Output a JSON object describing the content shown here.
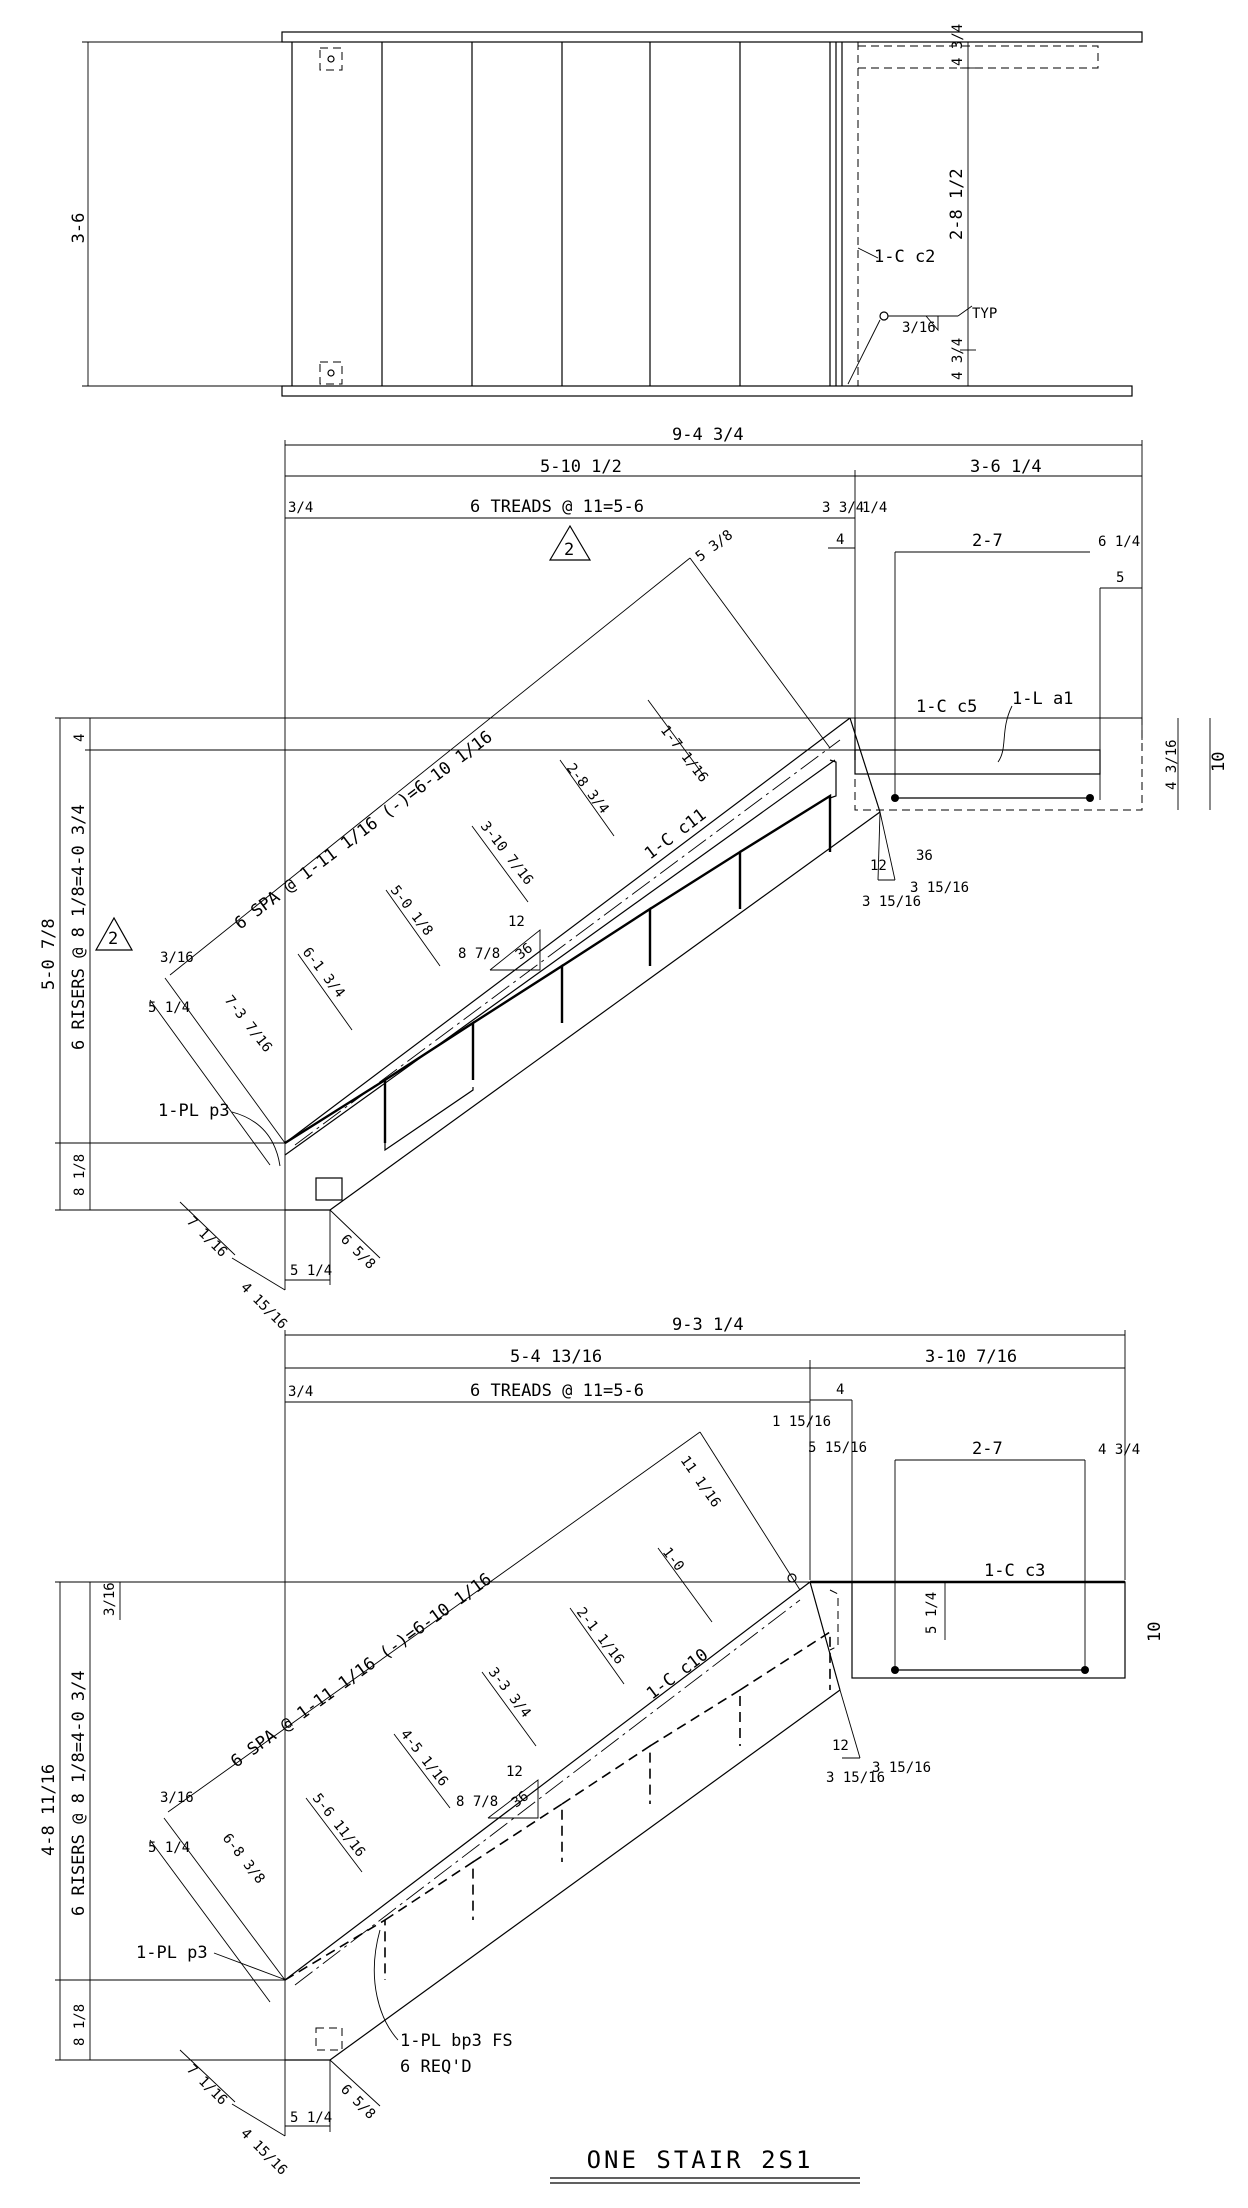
{
  "title": "ONE STAIR 2S1",
  "plan_view": {
    "width_dim": "3-6",
    "member": "1-C c2",
    "dim_top": "4 3/4",
    "dim_mid": "2-8 1/2",
    "dim_bottom": "4 3/4",
    "weld": "3/16",
    "weld_note": "TYP"
  },
  "elevation_1": {
    "overall": "9-4 3/4",
    "left_span": "5-10 1/2",
    "right_span": "3-6 1/4",
    "start_offset": "3/4",
    "treads": "6 TREADS @ 11=5-6",
    "rev_mark": "2",
    "d_3_3_4": "3 3/4",
    "d_1_4": "1/4",
    "d_4": "4",
    "d_5_3_8": "5 3/8",
    "land_width": "2-7",
    "land_off": "6 1/4",
    "land_five": "5",
    "top_four": "4",
    "total_height": "5-0 7/8",
    "risers": "6 RISERS @ 8 1/8=4-0 3/4",
    "bottom_ht": "8 1/8",
    "spacing": "6 SPA @ 1-11 1/16 (-)=6-10 1/16",
    "stringer": "1-C c11",
    "landing_beam": "1-C c5",
    "angle": "1-L a1",
    "beam_d1": "4 3/16",
    "beam_d2": "10",
    "plate": "1-PL p3",
    "slope_run": "12",
    "slope_rise": "8 7/8",
    "slope_rise_b": "12",
    "slope_run_b": "36",
    "end_cut_a": "3 15/16",
    "end_cut_b": "3 15/16",
    "cut_left": "3/16",
    "pl_w": "5 1/4",
    "pl_len": "7-3 7/16",
    "bot_a": "7 1/16",
    "bot_b": "4 15/16",
    "bot_c": "5 1/4",
    "bot_d": "6 5/8",
    "step_dims": [
      "1-7 1/16",
      "2-8 3/4",
      "3-10 7/16",
      "5-0 1/8",
      "6-1 3/4"
    ]
  },
  "elevation_2": {
    "overall": "9-3 1/4",
    "left_span": "5-4 13/16",
    "right_span": "3-10 7/16",
    "start_offset": "3/4",
    "treads": "6 TREADS @ 11=5-6",
    "d_four": "4",
    "d_1_15": "1 15/16",
    "d_5_15": "5 15/16",
    "d_11_16": "11 1/16",
    "land_width": "2-7",
    "land_off": "4 3/4",
    "top_cut": "3/16",
    "total_height": "4-8 11/16",
    "risers": "6 RISERS @ 8 1/8=4-0 3/4",
    "bottom_ht": "8 1/8",
    "spacing": "6 SPA @ 1-11 1/16 (-)=6-10 1/16",
    "stringer": "1-C c10",
    "landing_beam": "1-C c3",
    "beam_d1": "5 1/4",
    "beam_d2": "10",
    "plate": "1-PL p3",
    "base_plate": "1-PL bp3 FS",
    "req": "6 REQ'D",
    "slope_run": "12",
    "slope_rise": "8 7/8",
    "slope_run_b": "36",
    "end_cut_a": "3 15/16",
    "end_cut_b": "3 15/16",
    "cut_left": "3/16",
    "pl_w": "5 1/4",
    "pl_len": "6-8 3/8",
    "bot_a": "7 1/16",
    "bot_b": "4 15/16",
    "bot_c": "5 1/4",
    "bot_d": "6 5/8",
    "step_dims": [
      "1-0",
      "2-1 1/16",
      "3-3 3/4",
      "4-5 1/16",
      "5-6 11/16"
    ]
  }
}
